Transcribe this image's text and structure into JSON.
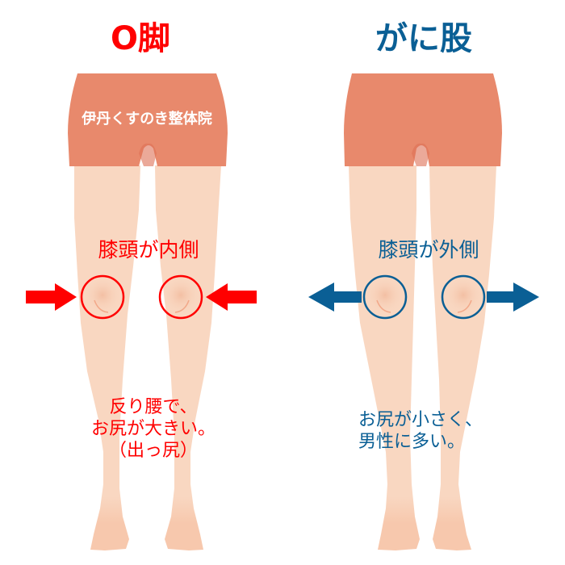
{
  "colors": {
    "red_accent": "#ff0000",
    "blue_accent": "#0a5f95",
    "shorts": "#e8896c",
    "shorts_shadow": "#de6f55",
    "skin": "#f9d7c1",
    "skin_feet": "#f7c8ad",
    "knee_line": "#f2a889",
    "background": "#ffffff"
  },
  "left_panel": {
    "title": "O脚",
    "watermark": "伊丹くすのき整体院",
    "knee_label": "膝頭が内側",
    "arrow_direction": "inward",
    "caption_lines": [
      "反り腰で、",
      "お尻が大きい。",
      "（出っ尻）"
    ]
  },
  "right_panel": {
    "title": "がに股",
    "knee_label": "膝頭が外側",
    "arrow_direction": "outward",
    "caption_lines": [
      "お尻が小さく、",
      "男性に多い。"
    ]
  },
  "icons": {
    "left_arrows": "arrow-right-icon / arrow-left-icon (pointing inward)",
    "right_arrows": "arrow-left-icon / arrow-right-icon (pointing outward)",
    "knee_markers": "circle-outline-icon"
  }
}
